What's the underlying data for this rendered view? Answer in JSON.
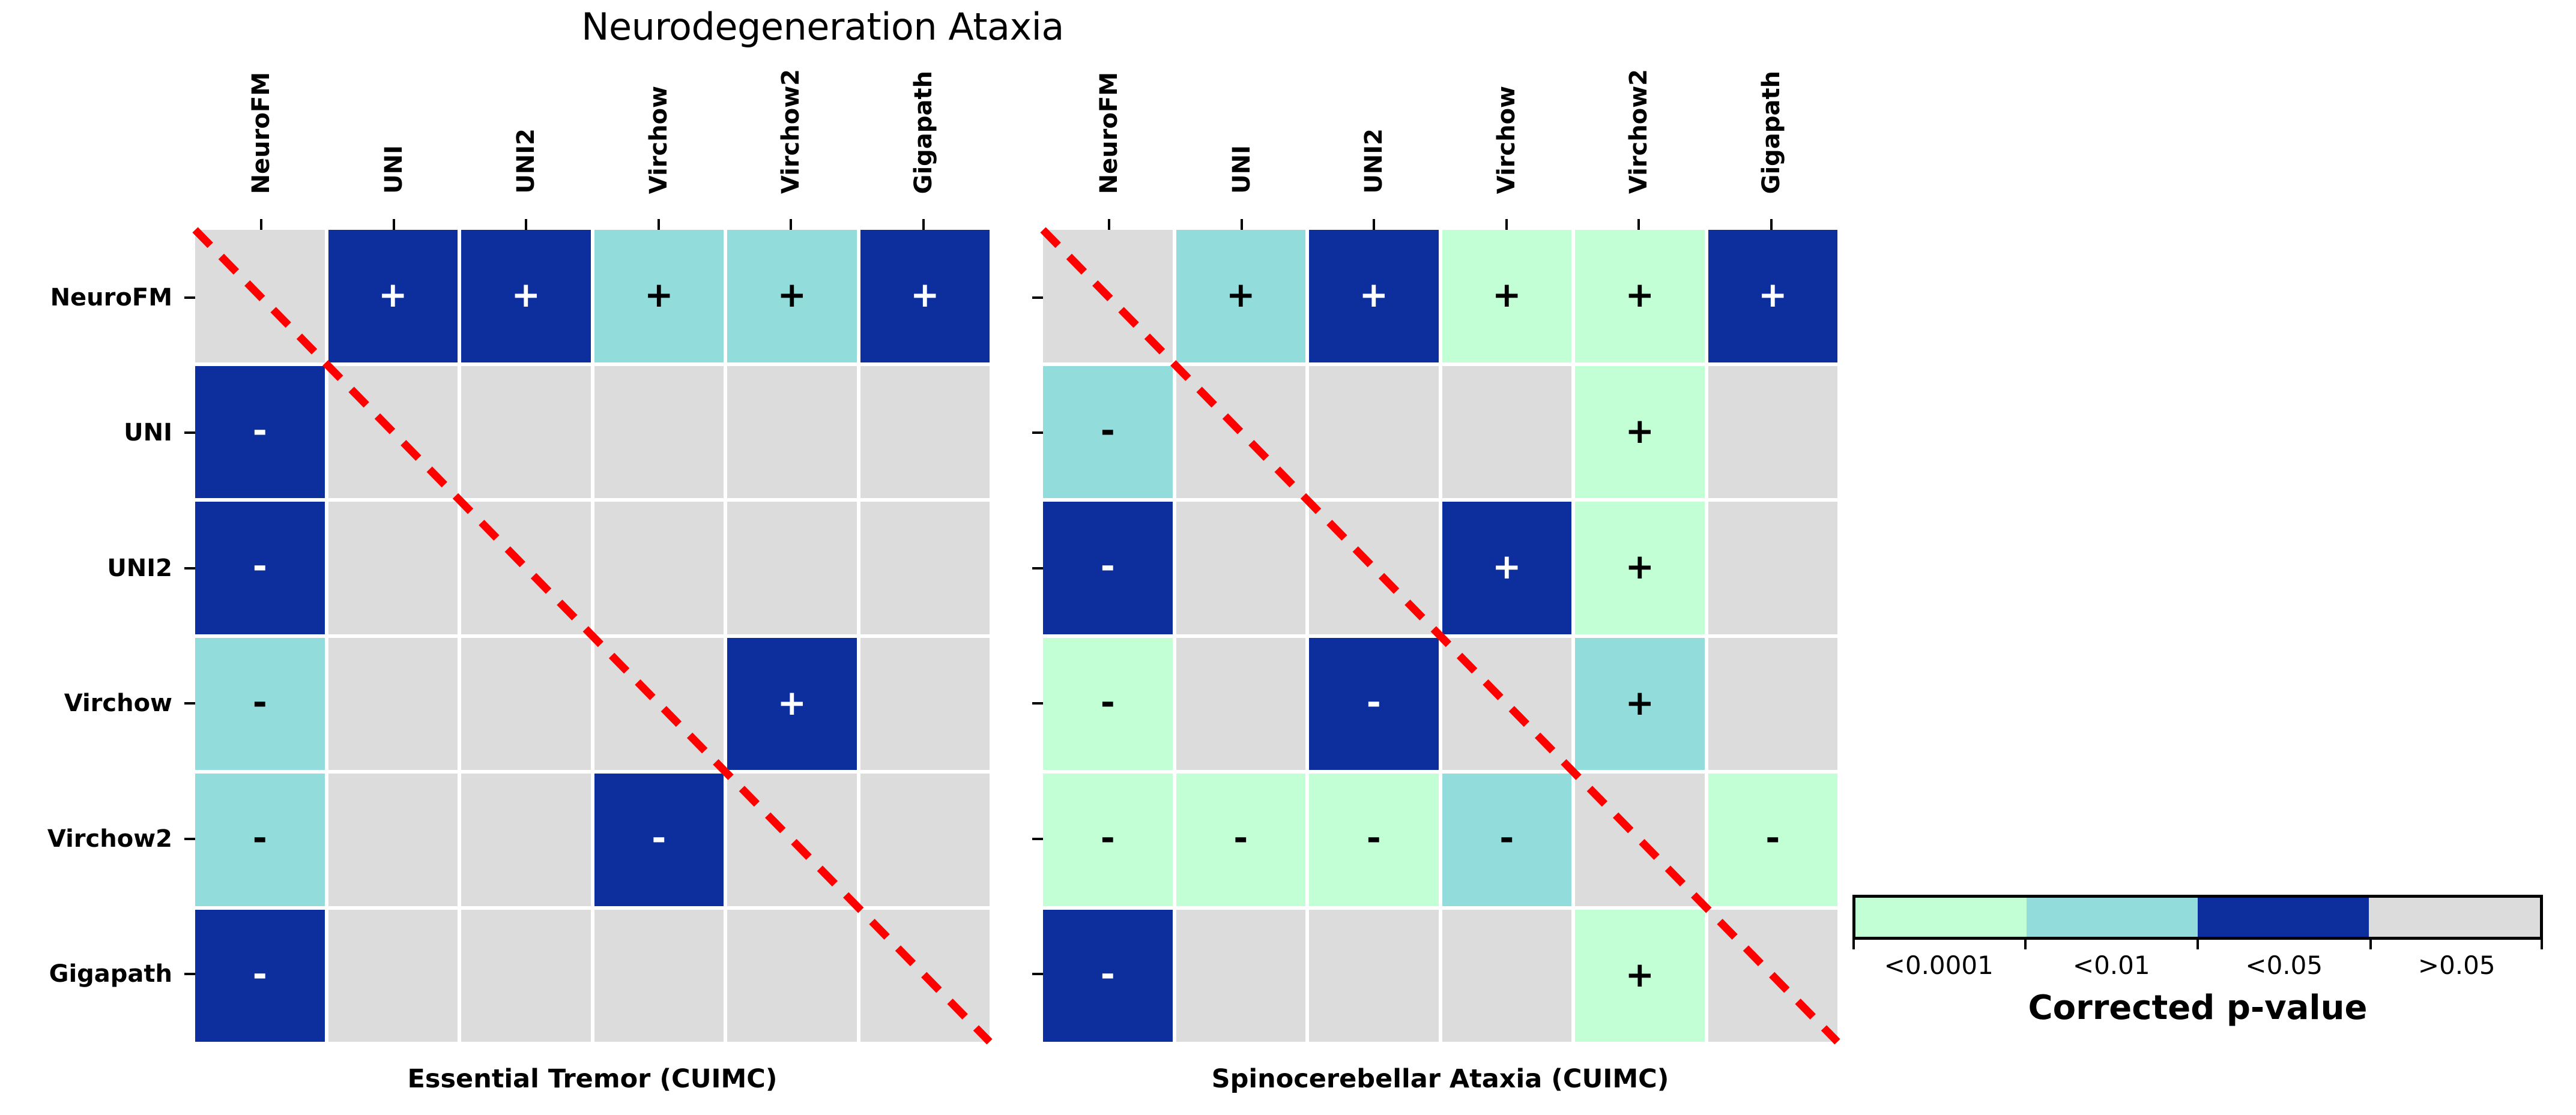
{
  "title": "Neurodegeneration Ataxia",
  "models": [
    "NeuroFM",
    "UNI",
    "UNI2",
    "Virchow",
    "Virchow2",
    "Gigapath"
  ],
  "colors": {
    "p_lt_0001": "#C2FFD5",
    "p_lt_001": "#92DCDC",
    "p_lt_005": "#0D2F9E",
    "p_gt_005": "#DCDCDC",
    "diagonal_line": "#FF0000",
    "text_dark": "#000000",
    "text_light": "#FFFFFF"
  },
  "colorbar": {
    "segments": [
      "#C2FFD5",
      "#92DCDC",
      "#0D2F9E",
      "#DCDCDC"
    ],
    "tick_labels": [
      "<0.0001",
      "<0.01",
      "<0.05",
      ">0.05"
    ],
    "axis_title": "Corrected p-value"
  },
  "panels": [
    {
      "id": "essential-tremor",
      "subtitle": "Essential Tremor (CUIMC)",
      "row_labels": [
        "NeuroFM",
        "UNI",
        "UNI2",
        "Virchow",
        "Virchow2",
        "Gigapath"
      ],
      "col_labels": [
        "NeuroFM",
        "UNI",
        "UNI2",
        "Virchow",
        "Virchow2",
        "Gigapath"
      ],
      "cells": [
        [
          {
            "sig": "diag",
            "mark": ""
          },
          {
            "sig": "p_lt_005",
            "mark": "+"
          },
          {
            "sig": "p_lt_005",
            "mark": "+"
          },
          {
            "sig": "p_lt_001",
            "mark": "+"
          },
          {
            "sig": "p_lt_001",
            "mark": "+"
          },
          {
            "sig": "p_lt_005",
            "mark": "+"
          }
        ],
        [
          {
            "sig": "p_lt_005",
            "mark": "-"
          },
          {
            "sig": "diag",
            "mark": ""
          },
          {
            "sig": "p_gt_005",
            "mark": ""
          },
          {
            "sig": "p_gt_005",
            "mark": ""
          },
          {
            "sig": "p_gt_005",
            "mark": ""
          },
          {
            "sig": "p_gt_005",
            "mark": ""
          }
        ],
        [
          {
            "sig": "p_lt_005",
            "mark": "-"
          },
          {
            "sig": "p_gt_005",
            "mark": ""
          },
          {
            "sig": "diag",
            "mark": ""
          },
          {
            "sig": "p_gt_005",
            "mark": ""
          },
          {
            "sig": "p_gt_005",
            "mark": ""
          },
          {
            "sig": "p_gt_005",
            "mark": ""
          }
        ],
        [
          {
            "sig": "p_lt_001",
            "mark": "-"
          },
          {
            "sig": "p_gt_005",
            "mark": ""
          },
          {
            "sig": "p_gt_005",
            "mark": ""
          },
          {
            "sig": "diag",
            "mark": ""
          },
          {
            "sig": "p_lt_005",
            "mark": "+"
          },
          {
            "sig": "p_gt_005",
            "mark": ""
          }
        ],
        [
          {
            "sig": "p_lt_001",
            "mark": "-"
          },
          {
            "sig": "p_gt_005",
            "mark": ""
          },
          {
            "sig": "p_gt_005",
            "mark": ""
          },
          {
            "sig": "p_lt_005",
            "mark": "-"
          },
          {
            "sig": "diag",
            "mark": ""
          },
          {
            "sig": "p_gt_005",
            "mark": ""
          }
        ],
        [
          {
            "sig": "p_lt_005",
            "mark": "-"
          },
          {
            "sig": "p_gt_005",
            "mark": ""
          },
          {
            "sig": "p_gt_005",
            "mark": ""
          },
          {
            "sig": "p_gt_005",
            "mark": ""
          },
          {
            "sig": "p_gt_005",
            "mark": ""
          },
          {
            "sig": "diag",
            "mark": ""
          }
        ]
      ]
    },
    {
      "id": "spinocerebellar-ataxia",
      "subtitle": "Spinocerebellar Ataxia (CUIMC)",
      "row_labels": [
        "NeuroFM",
        "UNI",
        "UNI2",
        "Virchow",
        "Virchow2",
        "Gigapath"
      ],
      "col_labels": [
        "NeuroFM",
        "UNI",
        "UNI2",
        "Virchow",
        "Virchow2",
        "Gigapath"
      ],
      "cells": [
        [
          {
            "sig": "diag",
            "mark": ""
          },
          {
            "sig": "p_lt_001",
            "mark": "+"
          },
          {
            "sig": "p_lt_005",
            "mark": "+"
          },
          {
            "sig": "p_lt_0001",
            "mark": "+"
          },
          {
            "sig": "p_lt_0001",
            "mark": "+"
          },
          {
            "sig": "p_lt_005",
            "mark": "+"
          }
        ],
        [
          {
            "sig": "p_lt_001",
            "mark": "-"
          },
          {
            "sig": "diag",
            "mark": ""
          },
          {
            "sig": "p_gt_005",
            "mark": ""
          },
          {
            "sig": "p_gt_005",
            "mark": ""
          },
          {
            "sig": "p_lt_0001",
            "mark": "+"
          },
          {
            "sig": "p_gt_005",
            "mark": ""
          }
        ],
        [
          {
            "sig": "p_lt_005",
            "mark": "-"
          },
          {
            "sig": "p_gt_005",
            "mark": ""
          },
          {
            "sig": "diag",
            "mark": ""
          },
          {
            "sig": "p_lt_005",
            "mark": "+"
          },
          {
            "sig": "p_lt_0001",
            "mark": "+"
          },
          {
            "sig": "p_gt_005",
            "mark": ""
          }
        ],
        [
          {
            "sig": "p_lt_0001",
            "mark": "-"
          },
          {
            "sig": "p_gt_005",
            "mark": ""
          },
          {
            "sig": "p_lt_005",
            "mark": "-"
          },
          {
            "sig": "diag",
            "mark": ""
          },
          {
            "sig": "p_lt_001",
            "mark": "+"
          },
          {
            "sig": "p_gt_005",
            "mark": ""
          }
        ],
        [
          {
            "sig": "p_lt_0001",
            "mark": "-"
          },
          {
            "sig": "p_lt_0001",
            "mark": "-"
          },
          {
            "sig": "p_lt_0001",
            "mark": "-"
          },
          {
            "sig": "p_lt_001",
            "mark": "-"
          },
          {
            "sig": "diag",
            "mark": ""
          },
          {
            "sig": "p_lt_0001",
            "mark": "-"
          }
        ],
        [
          {
            "sig": "p_lt_005",
            "mark": "-"
          },
          {
            "sig": "p_gt_005",
            "mark": ""
          },
          {
            "sig": "p_gt_005",
            "mark": ""
          },
          {
            "sig": "p_gt_005",
            "mark": ""
          },
          {
            "sig": "p_lt_0001",
            "mark": "+"
          },
          {
            "sig": "diag",
            "mark": ""
          }
        ]
      ]
    }
  ],
  "chart_data": {
    "type": "heatmap",
    "title": "Neurodegeneration Ataxia",
    "description": "Two 6x6 pairwise statistical-comparison heatmaps of foundation models; cell color encodes corrected p-value bin, '+' means row model better than column model, '-' means worse, blank/grey means not significant; red dashed line marks the diagonal.",
    "categories": [
      "NeuroFM",
      "UNI",
      "UNI2",
      "Virchow",
      "Virchow2",
      "Gigapath"
    ],
    "xlabel": "",
    "ylabel": "",
    "legend_position": "bottom-right",
    "colorbar_label": "Corrected p-value",
    "colorbar_bins": [
      "<0.0001",
      "<0.01",
      "<0.05",
      ">0.05"
    ],
    "colorbar_colors": [
      "#C2FFD5",
      "#92DCDC",
      "#0D2F9E",
      "#DCDCDC"
    ],
    "series": [
      {
        "name": "Essential Tremor (CUIMC)",
        "pvalue_bins": [
          [
            "diag",
            "<0.05",
            "<0.05",
            "<0.01",
            "<0.01",
            "<0.05"
          ],
          [
            "<0.05",
            "diag",
            ">0.05",
            ">0.05",
            ">0.05",
            ">0.05"
          ],
          [
            "<0.05",
            ">0.05",
            "diag",
            ">0.05",
            ">0.05",
            ">0.05"
          ],
          [
            "<0.01",
            ">0.05",
            ">0.05",
            "diag",
            "<0.05",
            ">0.05"
          ],
          [
            "<0.01",
            ">0.05",
            ">0.05",
            "<0.05",
            "diag",
            ">0.05"
          ],
          [
            "<0.05",
            ">0.05",
            ">0.05",
            ">0.05",
            ">0.05",
            "diag"
          ]
        ],
        "direction": [
          [
            "",
            "+",
            "+",
            "+",
            "+",
            "+"
          ],
          [
            "-",
            "",
            "",
            "",
            "",
            ""
          ],
          [
            "-",
            "",
            "",
            "",
            "",
            ""
          ],
          [
            "-",
            "",
            "",
            "",
            "+",
            ""
          ],
          [
            "-",
            "",
            "",
            "-",
            "",
            ""
          ],
          [
            "-",
            "",
            "",
            "",
            "",
            ""
          ]
        ]
      },
      {
        "name": "Spinocerebellar Ataxia (CUIMC)",
        "pvalue_bins": [
          [
            "diag",
            "<0.01",
            "<0.05",
            "<0.0001",
            "<0.0001",
            "<0.05"
          ],
          [
            "<0.01",
            "diag",
            ">0.05",
            ">0.05",
            "<0.0001",
            ">0.05"
          ],
          [
            "<0.05",
            ">0.05",
            "diag",
            "<0.05",
            "<0.0001",
            ">0.05"
          ],
          [
            "<0.0001",
            ">0.05",
            "<0.05",
            "diag",
            "<0.01",
            ">0.05"
          ],
          [
            "<0.0001",
            "<0.0001",
            "<0.0001",
            "<0.01",
            "diag",
            "<0.0001"
          ],
          [
            "<0.05",
            ">0.05",
            ">0.05",
            ">0.05",
            "<0.0001",
            "diag"
          ]
        ],
        "direction": [
          [
            "",
            "+",
            "+",
            "+",
            "+",
            "+"
          ],
          [
            "-",
            "",
            "",
            "",
            "+",
            ""
          ],
          [
            "-",
            "",
            "",
            "+",
            "+",
            ""
          ],
          [
            "-",
            "",
            "-",
            "",
            "+",
            ""
          ],
          [
            "-",
            "-",
            "-",
            "-",
            "",
            "-"
          ],
          [
            "-",
            "",
            "",
            "",
            "+",
            ""
          ]
        ]
      }
    ]
  }
}
